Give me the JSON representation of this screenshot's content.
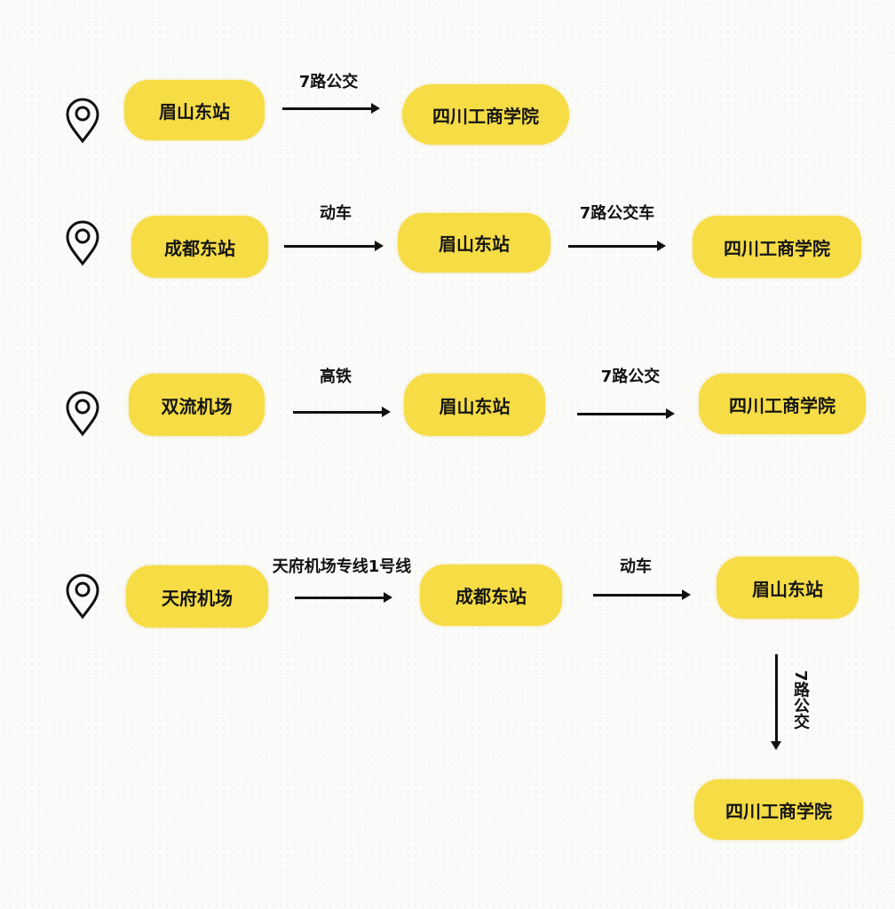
{
  "colors": {
    "node_fill": "#f6dc45",
    "text": "#151515",
    "arrow": "#111111"
  },
  "routes": [
    {
      "icon": "location-pin-icon",
      "nodes": [
        "眉山东站",
        "四川工商学院"
      ],
      "edges": [
        "7路公交"
      ]
    },
    {
      "icon": "location-pin-icon",
      "nodes": [
        "成都东站",
        "眉山东站",
        "四川工商学院"
      ],
      "edges": [
        "动车",
        "7路公交车"
      ]
    },
    {
      "icon": "location-pin-icon",
      "nodes": [
        "双流机场",
        "眉山东站",
        "四川工商学院"
      ],
      "edges": [
        "高铁",
        "7路公交"
      ]
    },
    {
      "icon": "location-pin-icon",
      "nodes": [
        "天府机场",
        "成都东站",
        "眉山东站",
        "四川工商学院"
      ],
      "edges": [
        "天府机场专线1号线",
        "动车",
        "7路公交"
      ]
    }
  ]
}
